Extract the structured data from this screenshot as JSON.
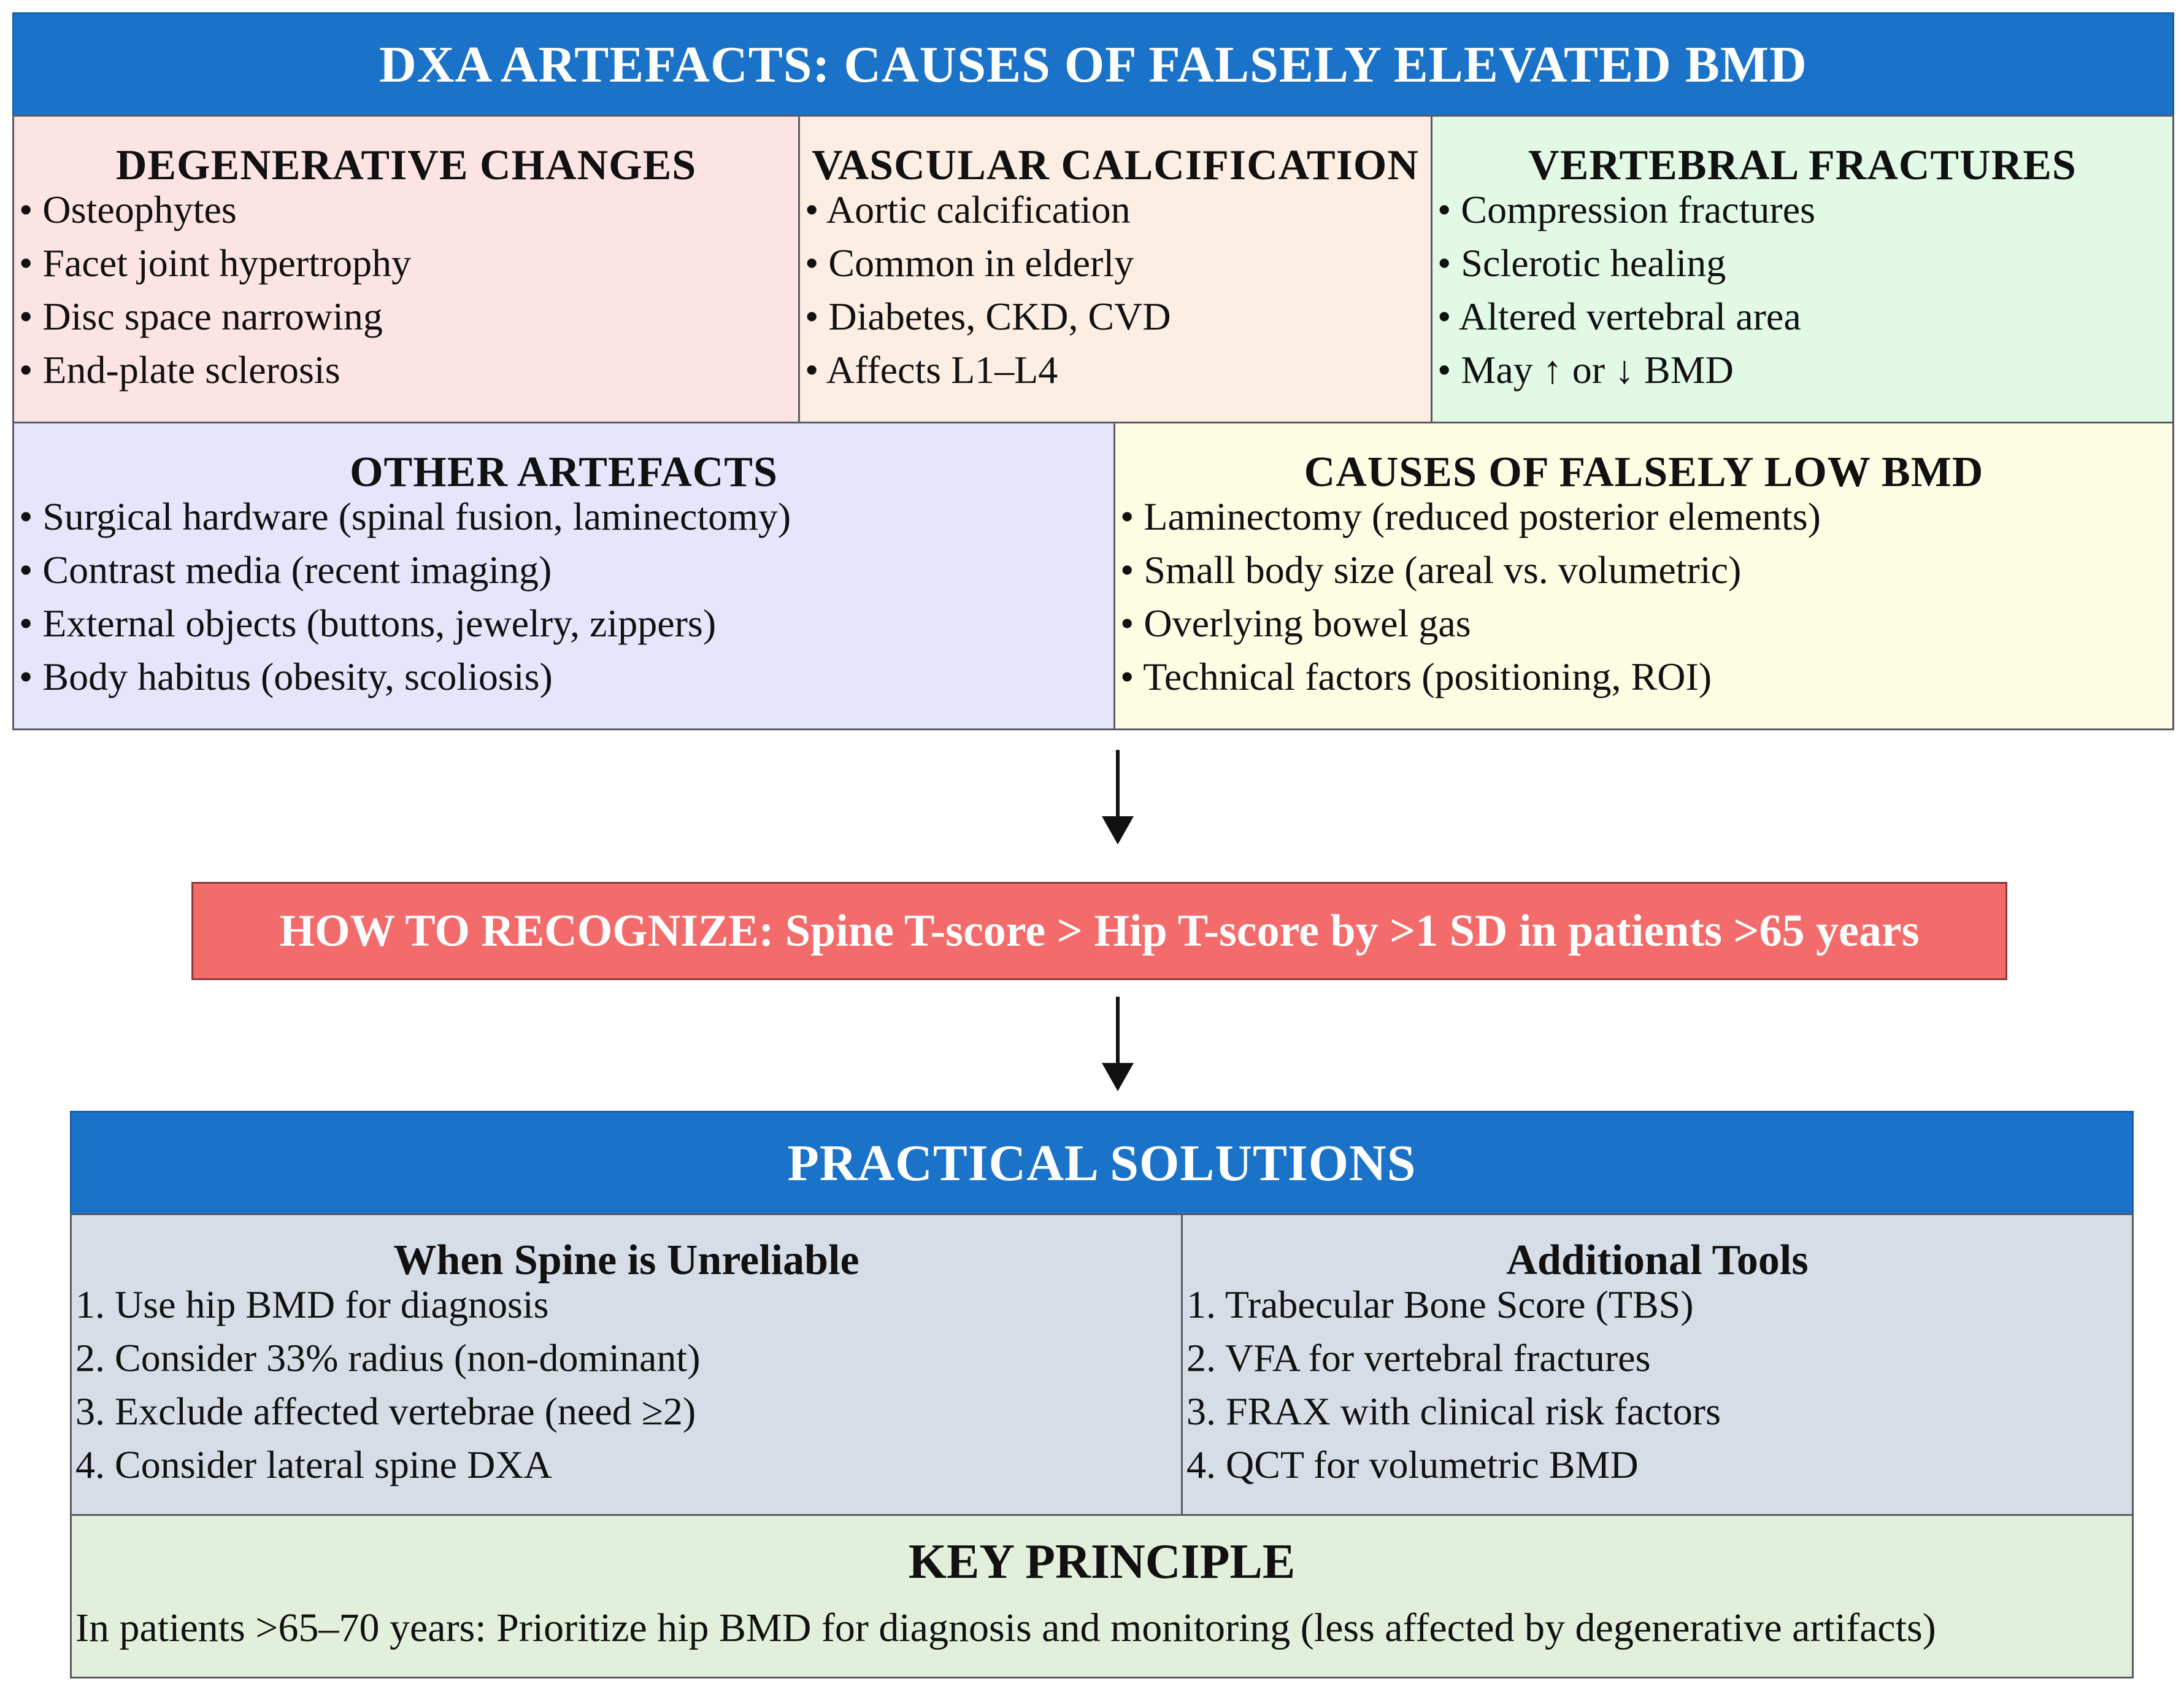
{
  "title": "DXA ARTEFACTS: CAUSES OF FALSELY ELEVATED BMD",
  "categories": [
    {
      "title": "DEGENERATIVE CHANGES",
      "items": [
        "• Osteophytes",
        "• Facet joint hypertrophy",
        "• Disc space narrowing",
        "• End-plate sclerosis"
      ],
      "color": "#fde4e4"
    },
    {
      "title": "VASCULAR CALCIFICATION",
      "items": [
        "• Aortic calcification",
        "• Common in elderly",
        "• Diabetes, CKD, CVD",
        "• Affects L1–L4"
      ],
      "color": "#fdeee3"
    },
    {
      "title": "VERTEBRAL FRACTURES",
      "items": [
        "• Compression fractures",
        "• Sclerotic healing",
        "• Altered vertebral area",
        "• May ↑ or ↓ BMD"
      ],
      "color": "#e2f9e6"
    },
    {
      "title": "OTHER ARTEFACTS",
      "items": [
        "• Surgical hardware (spinal fusion, laminectomy)",
        "• Contrast media (recent imaging)",
        "• External objects (buttons, jewelry, zippers)",
        "• Body habitus (obesity, scoliosis)"
      ],
      "color": "#e5e6fb"
    },
    {
      "title": "CAUSES OF FALSELY LOW BMD",
      "items": [
        "• Laminectomy (reduced posterior elements)",
        "• Small body size (areal vs. volumetric)",
        "• Overlying bowel gas",
        "• Technical factors (positioning, ROI)"
      ],
      "color": "#fdfde4"
    }
  ],
  "recognize": "HOW TO RECOGNIZE: Spine T-score > Hip T-score by >1 SD in patients >65 years",
  "solutions": {
    "title": "PRACTICAL SOLUTIONS",
    "unreliable": {
      "title": "When Spine is Unreliable",
      "items": [
        "1. Use hip BMD for diagnosis",
        "2. Consider 33% radius (non-dominant)",
        "3. Exclude affected vertebrae (need ≥2)",
        "4. Consider lateral spine DXA"
      ]
    },
    "tools": {
      "title": "Additional Tools",
      "items": [
        "1. Trabecular Bone Score (TBS)",
        "2. VFA for vertebral fractures",
        "3. FRAX with clinical risk factors",
        "4. QCT for volumetric BMD"
      ]
    }
  },
  "key_principle": {
    "title": "KEY PRINCIPLE",
    "text": "In patients >65–70 years: Prioritize hip BMD for diagnosis and monitoring (less affected by degenerative artifacts)"
  },
  "colors": {
    "header_blue": "#1a73c8",
    "recognize_red": "#f36b6b",
    "solutions_gray": "#d6dde7",
    "key_green": "#e2efdb"
  }
}
